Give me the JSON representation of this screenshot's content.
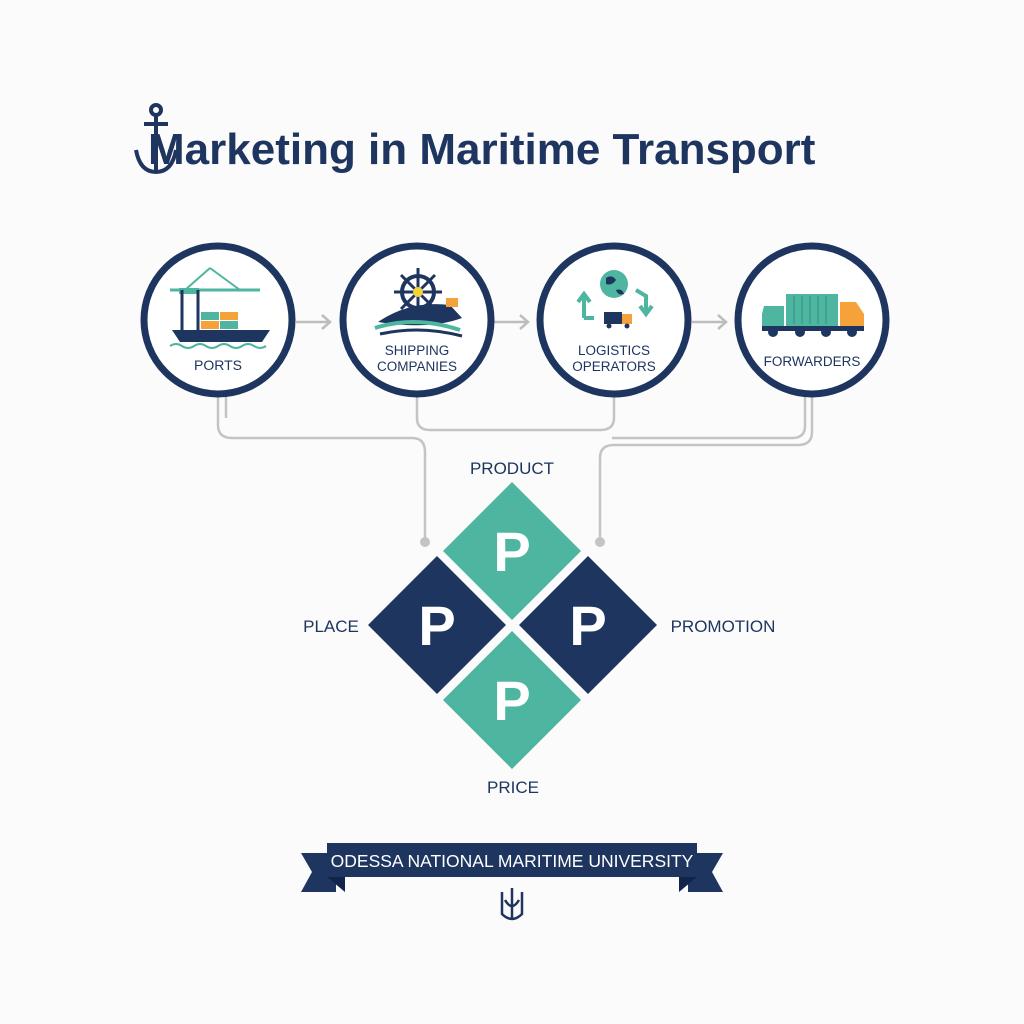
{
  "title": "Marketing in Maritime Transport",
  "stakeholders": [
    {
      "label_lines": [
        "PORTS"
      ],
      "icon": "port-crane-ship-icon"
    },
    {
      "label_lines": [
        "SHIPPING",
        "COMPANIES"
      ],
      "icon": "ship-wheel-wave-icon"
    },
    {
      "label_lines": [
        "LOGISTICS",
        "OPERATORS"
      ],
      "icon": "globe-cycle-truck-icon"
    },
    {
      "label_lines": [
        "FORWARDERS"
      ],
      "icon": "container-truck-icon"
    }
  ],
  "four_p": {
    "letter": "P",
    "top": "PRODUCT",
    "left": "PLACE",
    "right": "PROMOTION",
    "bottom": "PRICE"
  },
  "banner": "ODESSA NATIONAL MARITIME UNIVERSITY",
  "colors": {
    "navy": "#1e3560",
    "teal": "#4db5a0",
    "orange": "#f5a23a",
    "line": "#bdbdbd"
  }
}
